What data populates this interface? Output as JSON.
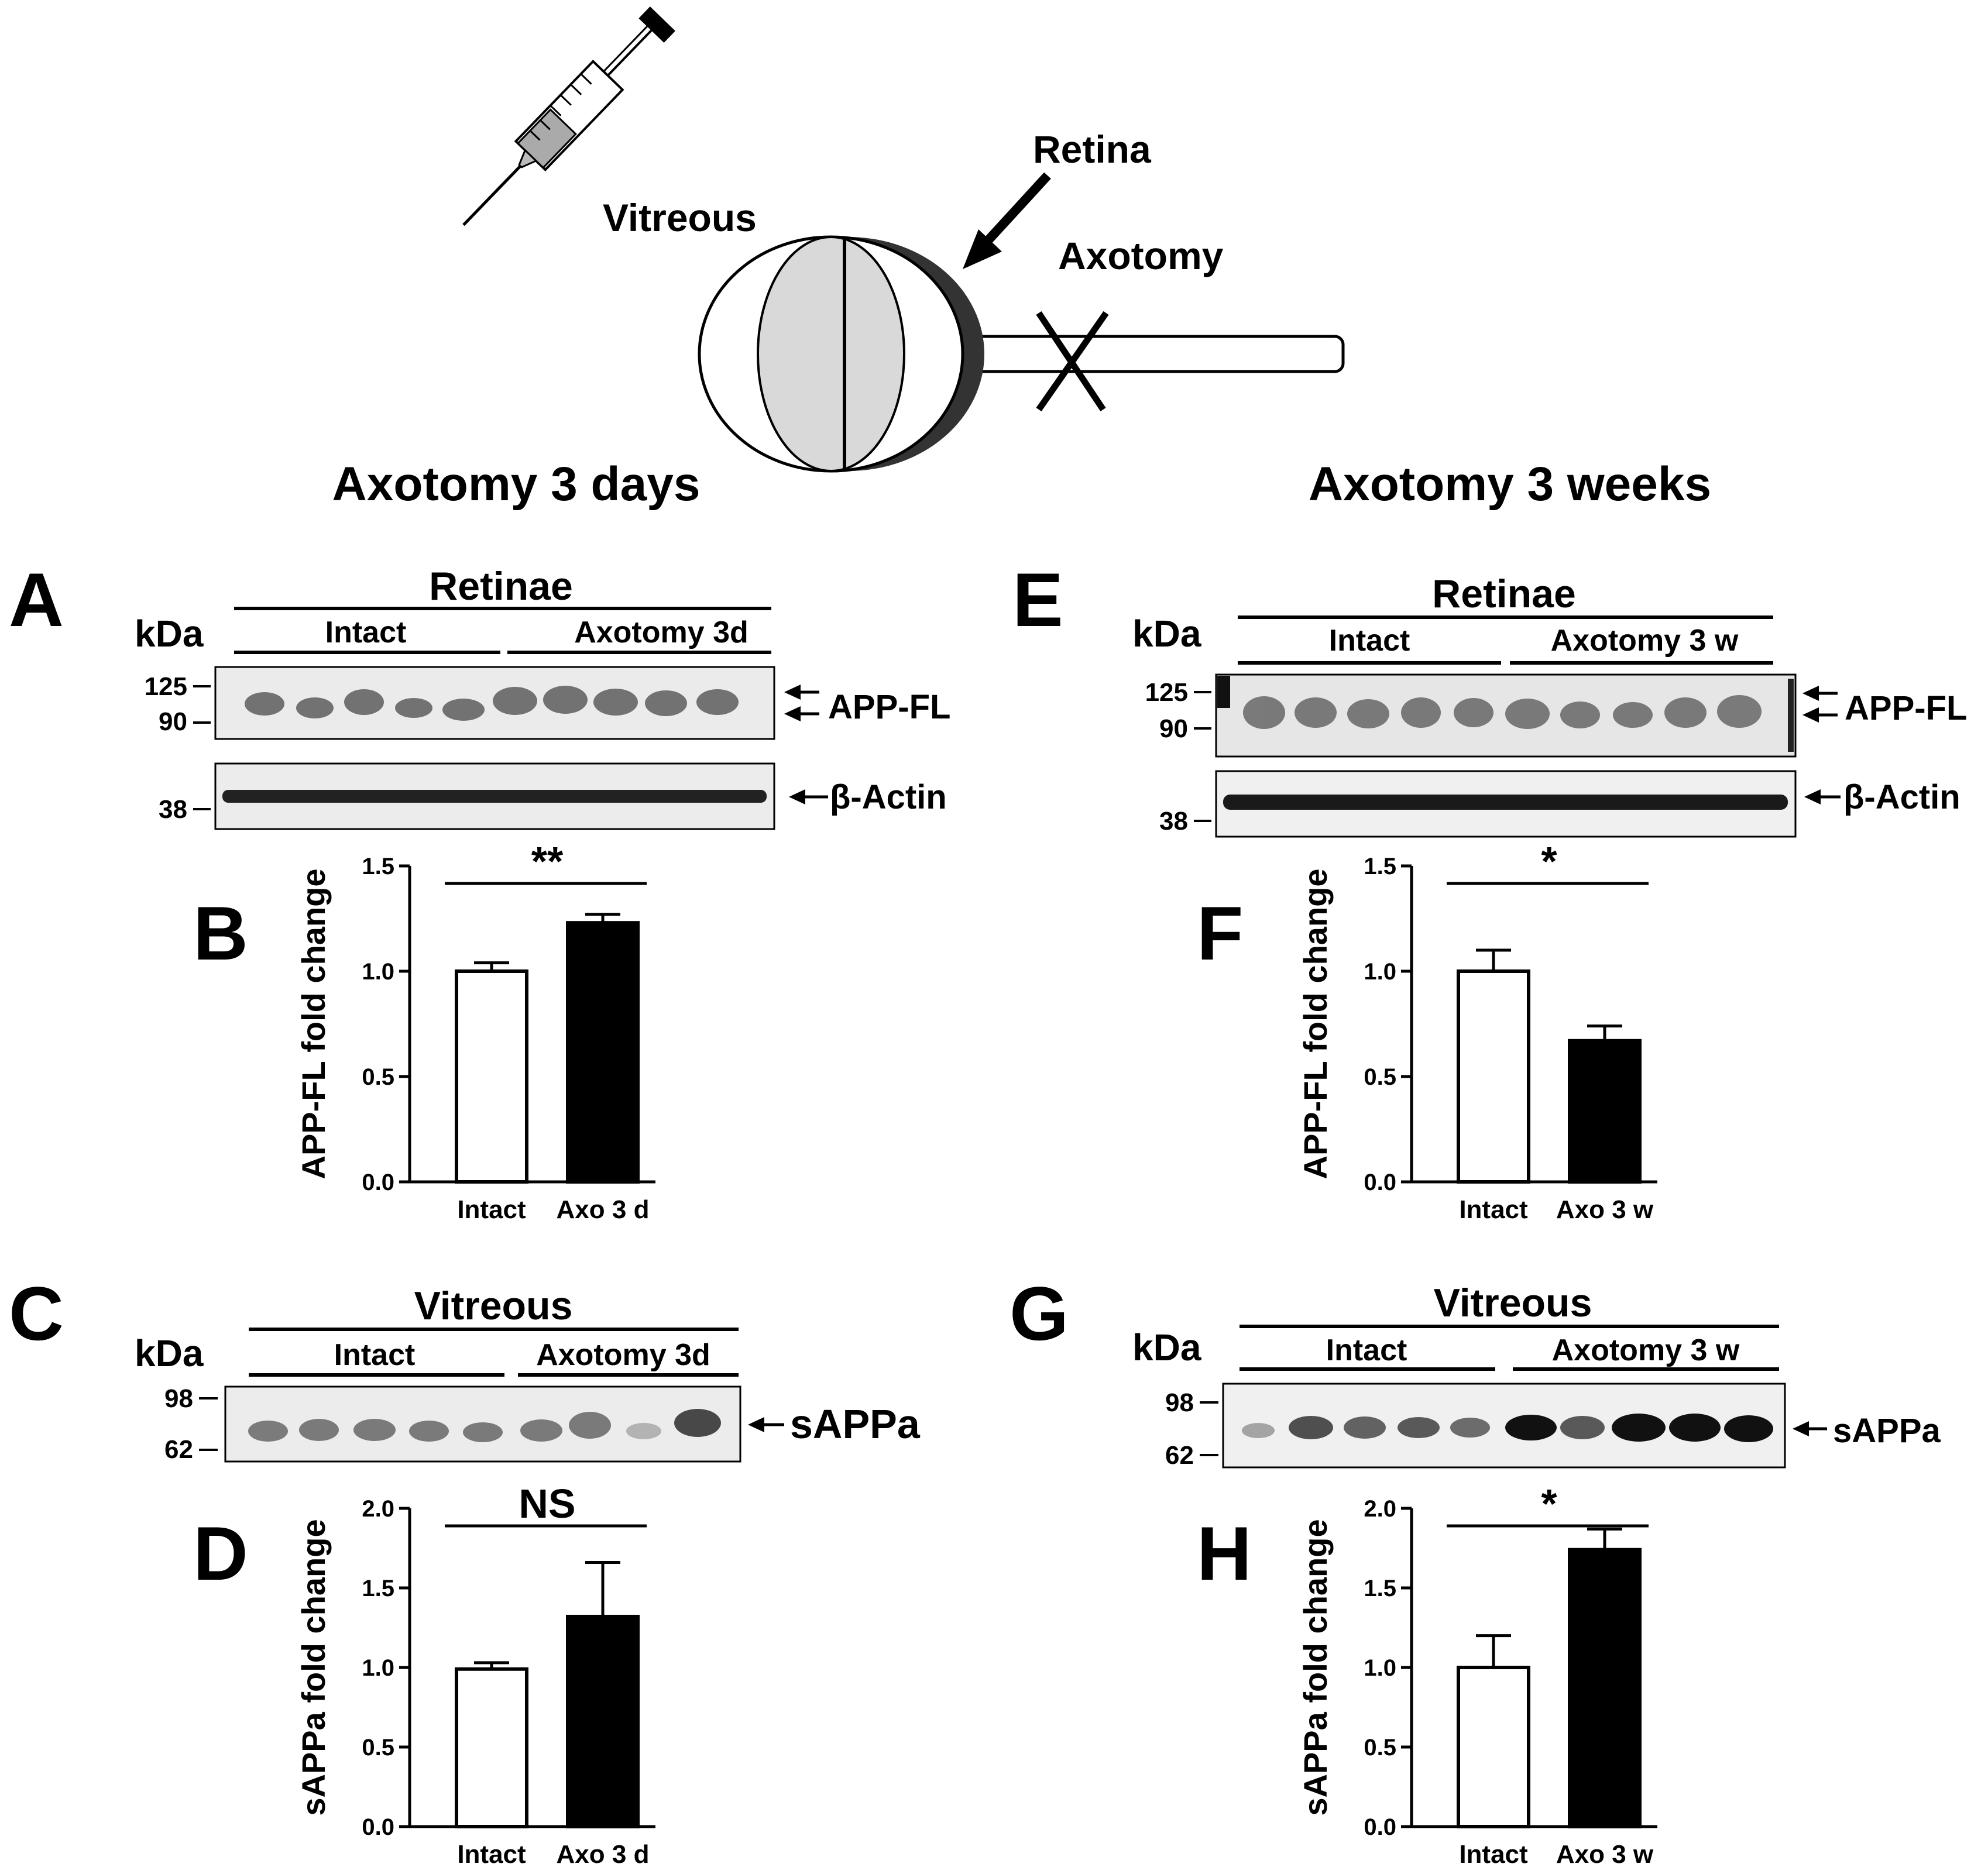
{
  "diagram": {
    "label_vitreous": "Vitreous",
    "label_retina": "Retina",
    "label_axotomy": "Axotomy"
  },
  "columns": {
    "left_title": "Axotomy 3 days",
    "right_title": "Axotomy 3 weeks"
  },
  "blots": [
    {
      "panel": "A",
      "tissue": "Retinae",
      "unit": "kDa",
      "group_labels": [
        "Intact",
        "Axotomy 3d"
      ],
      "lanes": 10,
      "bands": [
        {
          "label": "APP-FL",
          "markers": [
            "125",
            "90"
          ]
        },
        {
          "label": "β-Actin",
          "markers": [
            "38"
          ]
        }
      ]
    },
    {
      "panel": "E",
      "tissue": "Retinae",
      "unit": "kDa",
      "group_labels": [
        "Intact",
        "Axotomy 3 w"
      ],
      "lanes": 10,
      "bands": [
        {
          "label": "APP-FL",
          "markers": [
            "125",
            "90"
          ]
        },
        {
          "label": "β-Actin",
          "markers": [
            "38"
          ]
        }
      ]
    },
    {
      "panel": "C",
      "tissue": "Vitreous",
      "unit": "kDa",
      "group_labels": [
        "Intact",
        "Axotomy 3d"
      ],
      "lanes": 9,
      "bands": [
        {
          "label": "sAPPa",
          "markers": [
            "98",
            "62"
          ]
        }
      ]
    },
    {
      "panel": "G",
      "tissue": "Vitreous",
      "unit": "kDa",
      "group_labels": [
        "Intact",
        "Axotomy 3 w"
      ],
      "lanes": 10,
      "bands": [
        {
          "label": "sAPPa",
          "markers": [
            "98",
            "62"
          ]
        }
      ]
    }
  ],
  "chart_data": [
    {
      "panel": "B",
      "type": "bar",
      "categories": [
        "Intact",
        "Axo 3 d"
      ],
      "values": [
        1.0,
        1.23
      ],
      "errors": [
        0.04,
        0.04
      ],
      "bar_colors": [
        "#ffffff",
        "#000000"
      ],
      "ylabel": "APP-FL fold change",
      "ylim": [
        0,
        1.5
      ],
      "yticks": [
        "0.0",
        "0.5",
        "1.0",
        "1.5"
      ],
      "annotation": "**"
    },
    {
      "panel": "F",
      "type": "bar",
      "categories": [
        "Intact",
        "Axo 3 w"
      ],
      "values": [
        1.0,
        0.67
      ],
      "errors": [
        0.1,
        0.07
      ],
      "bar_colors": [
        "#ffffff",
        "#000000"
      ],
      "ylabel": "APP-FL fold change",
      "ylim": [
        0,
        1.5
      ],
      "yticks": [
        "0.0",
        "0.5",
        "1.0",
        "1.5"
      ],
      "annotation": "*"
    },
    {
      "panel": "D",
      "type": "bar",
      "categories": [
        "Intact",
        "Axo 3 d"
      ],
      "values": [
        0.99,
        1.32
      ],
      "errors": [
        0.04,
        0.34
      ],
      "bar_colors": [
        "#ffffff",
        "#000000"
      ],
      "ylabel": "sAPPa fold change",
      "ylim": [
        0,
        2.0
      ],
      "yticks": [
        "0.0",
        "0.5",
        "1.0",
        "1.5",
        "2.0"
      ],
      "annotation": "NS"
    },
    {
      "panel": "H",
      "type": "bar",
      "categories": [
        "Intact",
        "Axo 3 w"
      ],
      "values": [
        1.0,
        1.74
      ],
      "errors": [
        0.2,
        0.13
      ],
      "bar_colors": [
        "#ffffff",
        "#000000"
      ],
      "ylabel": "sAPPa fold change",
      "ylim": [
        0,
        2.0
      ],
      "yticks": [
        "0.0",
        "0.5",
        "1.0",
        "1.5",
        "2.0"
      ],
      "annotation": "*"
    }
  ]
}
